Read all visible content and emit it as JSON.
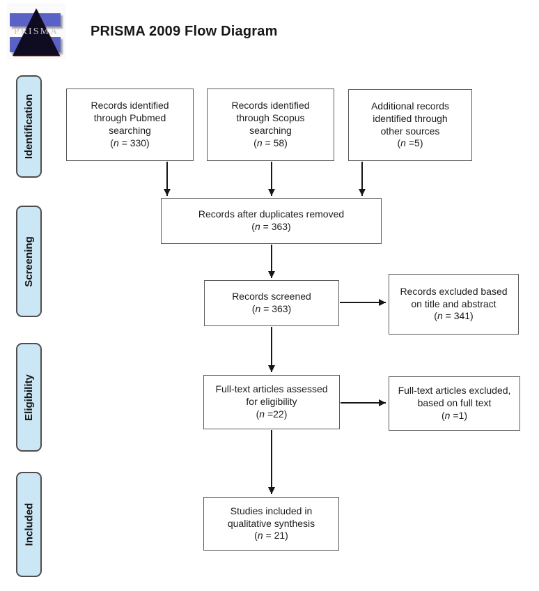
{
  "header": {
    "title": "PRISMA 2009 Flow Diagram",
    "logo_text": "PRISMA"
  },
  "colors": {
    "stage_fill": "#cbe7f6",
    "stage_border": "#4d4d4d",
    "box_border": "#5a5a5a",
    "arrow": "#161616",
    "text": "#1c1c1c",
    "logo_blue": "#5a61c7",
    "logo_dark": "#0f0c22",
    "logo_text": "#c9c6cb"
  },
  "stages": [
    {
      "id": "identification",
      "label": "Identification"
    },
    {
      "id": "screening",
      "label": "Screening"
    },
    {
      "id": "eligibility",
      "label": "Eligibility"
    },
    {
      "id": "included",
      "label": "Included"
    }
  ],
  "boxes": [
    {
      "id": "pubmed",
      "lines": [
        "Records identified",
        "through Pubmed",
        "searching",
        "(n = 330)"
      ]
    },
    {
      "id": "scopus",
      "lines": [
        "Records identified",
        "through Scopus",
        "searching",
        "(n = 58)"
      ]
    },
    {
      "id": "other-sources",
      "lines": [
        "Additional records",
        "identified through",
        "other sources",
        "(n =5)"
      ]
    },
    {
      "id": "duplicates-removed",
      "lines": [
        "Records after duplicates removed",
        "(n = 363)"
      ]
    },
    {
      "id": "records-screened",
      "lines": [
        "Records screened",
        "(n = 363)"
      ]
    },
    {
      "id": "excluded-title-abstract",
      "lines": [
        "Records excluded based",
        "on title and abstract",
        "(n = 341)"
      ]
    },
    {
      "id": "fulltext-assessed",
      "lines": [
        "Full-text articles assessed",
        "for eligibility",
        "(n =22)"
      ]
    },
    {
      "id": "fulltext-excluded",
      "lines": [
        "Full-text articles excluded,",
        "based on full text",
        "(n =1)"
      ]
    },
    {
      "id": "included-studies",
      "lines": [
        "Studies included in",
        "qualitative synthesis",
        "(n = 21)"
      ]
    }
  ]
}
